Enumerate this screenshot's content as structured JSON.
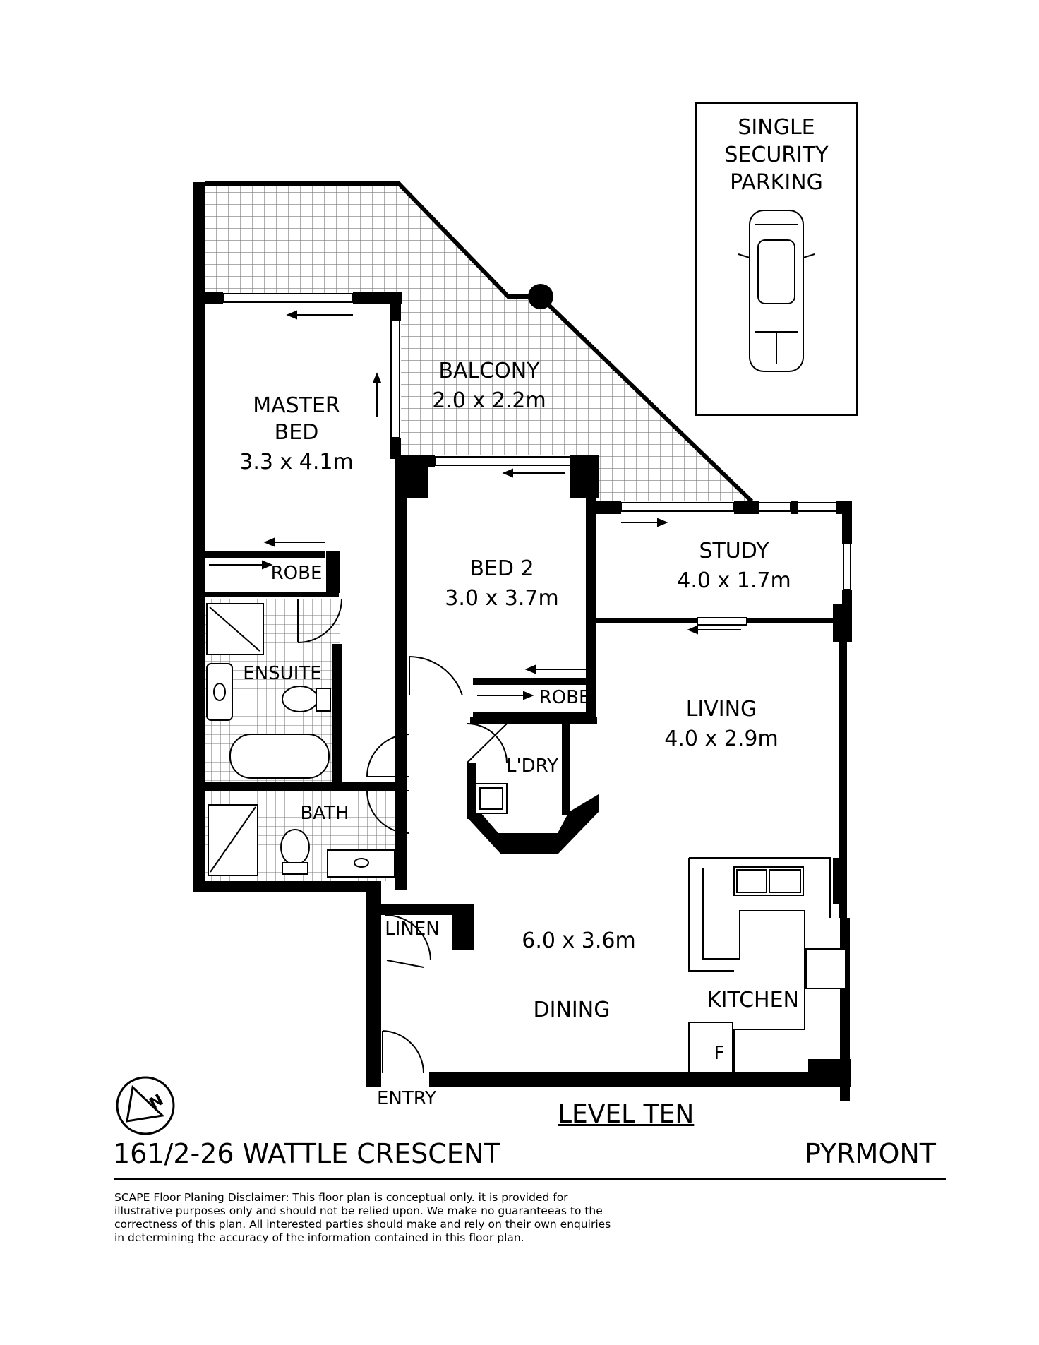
{
  "rooms": {
    "balcony": {
      "name": "BALCONY",
      "size": "2.0 x 2.2m"
    },
    "master_bed": {
      "name_line1": "MASTER",
      "name_line2": "BED",
      "size": "3.3 x 4.1m"
    },
    "robe_master": "ROBE",
    "ensuite": "ENSUITE",
    "bed2": {
      "name": "BED 2",
      "size": "3.0 x 3.7m"
    },
    "robe_bed2": "ROBE",
    "study": {
      "name": "STUDY",
      "size": "4.0 x 1.7m"
    },
    "living": {
      "name": "LIVING",
      "size": "4.0 x 2.9m"
    },
    "laundry": "L'DRY",
    "bath": "BATH",
    "linen": "LINEN",
    "dining": {
      "size": "6.0 x 3.6m",
      "name": "DINING"
    },
    "kitchen": "KITCHEN",
    "fridge": "F",
    "entry": "ENTRY"
  },
  "parking": {
    "line1": "SINGLE",
    "line2": "SECURITY",
    "line3": "PARKING"
  },
  "level": "LEVEL TEN",
  "address": "161/2-26 WATTLE CRESCENT",
  "suburb": "PYRMONT",
  "disclaimer": "SCAPE Floor Planing Disclaimer: This floor plan is conceptual only. it is provided for illustrative purposes only and should not be relied upon. We make no guaranteeas to the correctness of this plan. All interested parties should make and rely on their own enquiries in determining the accuracy of the information contained in this floor plan.",
  "colors": {
    "wall": "#000000",
    "tile_grid": "#7a7a7a",
    "background": "#ffffff"
  }
}
